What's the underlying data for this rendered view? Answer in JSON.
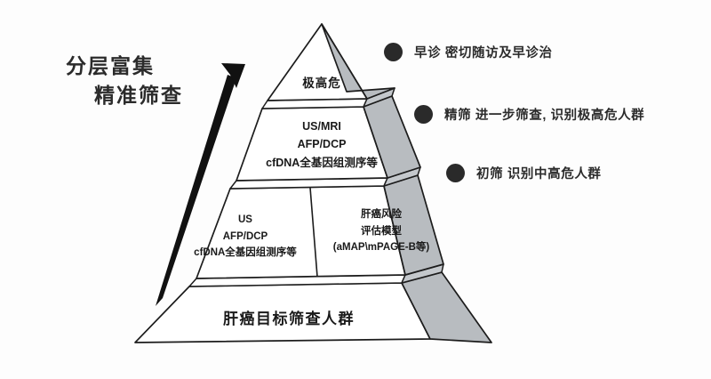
{
  "title": {
    "line1": "分层富集",
    "line2": "精准筛查"
  },
  "arrow": {
    "name": "upward-enrichment-arrow",
    "direction": "up-right",
    "color": "#111111"
  },
  "colors": {
    "front_face": "#ffffff",
    "side_face": "#b8bcc0",
    "outline": "#1c1c1c",
    "text": "#1a1a1a",
    "bullet": "#2a2a2a",
    "background": "#fdfdfd"
  },
  "pyramid": {
    "tiers": [
      {
        "id": "apex",
        "level": 1,
        "lines": [
          "极高危"
        ]
      },
      {
        "id": "tier-two",
        "level": 2,
        "lines": [
          "US/MRI",
          "AFP/DCP",
          "cfDNA全基因组测序等"
        ]
      },
      {
        "id": "tier-three-left",
        "level": 3,
        "lines": [
          "US",
          "AFP/DCP",
          "cfDNA全基因组测序等"
        ]
      },
      {
        "id": "tier-three-right",
        "level": 3,
        "lines": [
          "肝癌风险",
          "评估模型",
          "(aMAP\\mPAGE-B等)"
        ]
      },
      {
        "id": "base",
        "level": 4,
        "lines": [
          "肝癌目标筛查人群"
        ]
      }
    ]
  },
  "legend": {
    "items": [
      {
        "bullet": "filled-circle",
        "label": "早诊  密切随访及早诊治"
      },
      {
        "bullet": "filled-circle",
        "label": "精筛  进一步筛查, 识别极高危人群"
      },
      {
        "bullet": "filled-circle",
        "label": "初筛  识别中高危人群"
      }
    ]
  }
}
